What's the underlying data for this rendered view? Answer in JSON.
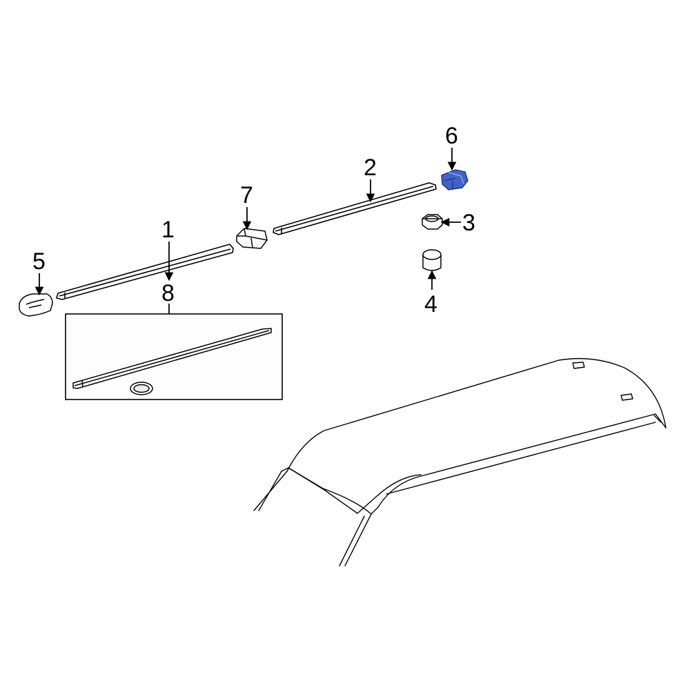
{
  "callouts": [
    {
      "id": "1",
      "text": "1"
    },
    {
      "id": "2",
      "text": "2"
    },
    {
      "id": "3",
      "text": "3"
    },
    {
      "id": "4",
      "text": "4"
    },
    {
      "id": "5",
      "text": "5"
    },
    {
      "id": "6",
      "text": "6"
    },
    {
      "id": "7",
      "text": "7"
    },
    {
      "id": "8",
      "text": "8"
    }
  ],
  "highlight_part": "6",
  "colors": {
    "line": "#000000",
    "highlight": "#3f63c6",
    "highlight_dark": "#2a46a0",
    "background": "#ffffff"
  }
}
